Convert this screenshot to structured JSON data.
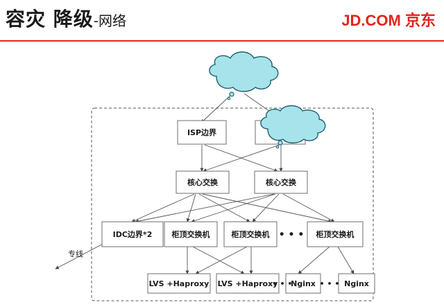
{
  "title": {
    "main": "容灾 降级",
    "sub": "-网络"
  },
  "logo": "JD.COM 京东",
  "nodes": {
    "isp": "ISP边界",
    "core_left": "核心交换",
    "core_right": "核心交换",
    "idc": "IDC边界*2",
    "tor1": "柜顶交换机",
    "tor2": "柜顶交换机",
    "tor3": "柜顶交换机",
    "lvs1": "LVS +Haproxy",
    "lvs2": "LVS +Haproxy",
    "nginx1": "Nginx",
    "nginx2": "Nginx"
  },
  "ellipsis": "• • •",
  "dedicated_line_label": "专线",
  "colors": {
    "accent": "#e1251b",
    "cloud_fill": "#a7e3ea"
  }
}
